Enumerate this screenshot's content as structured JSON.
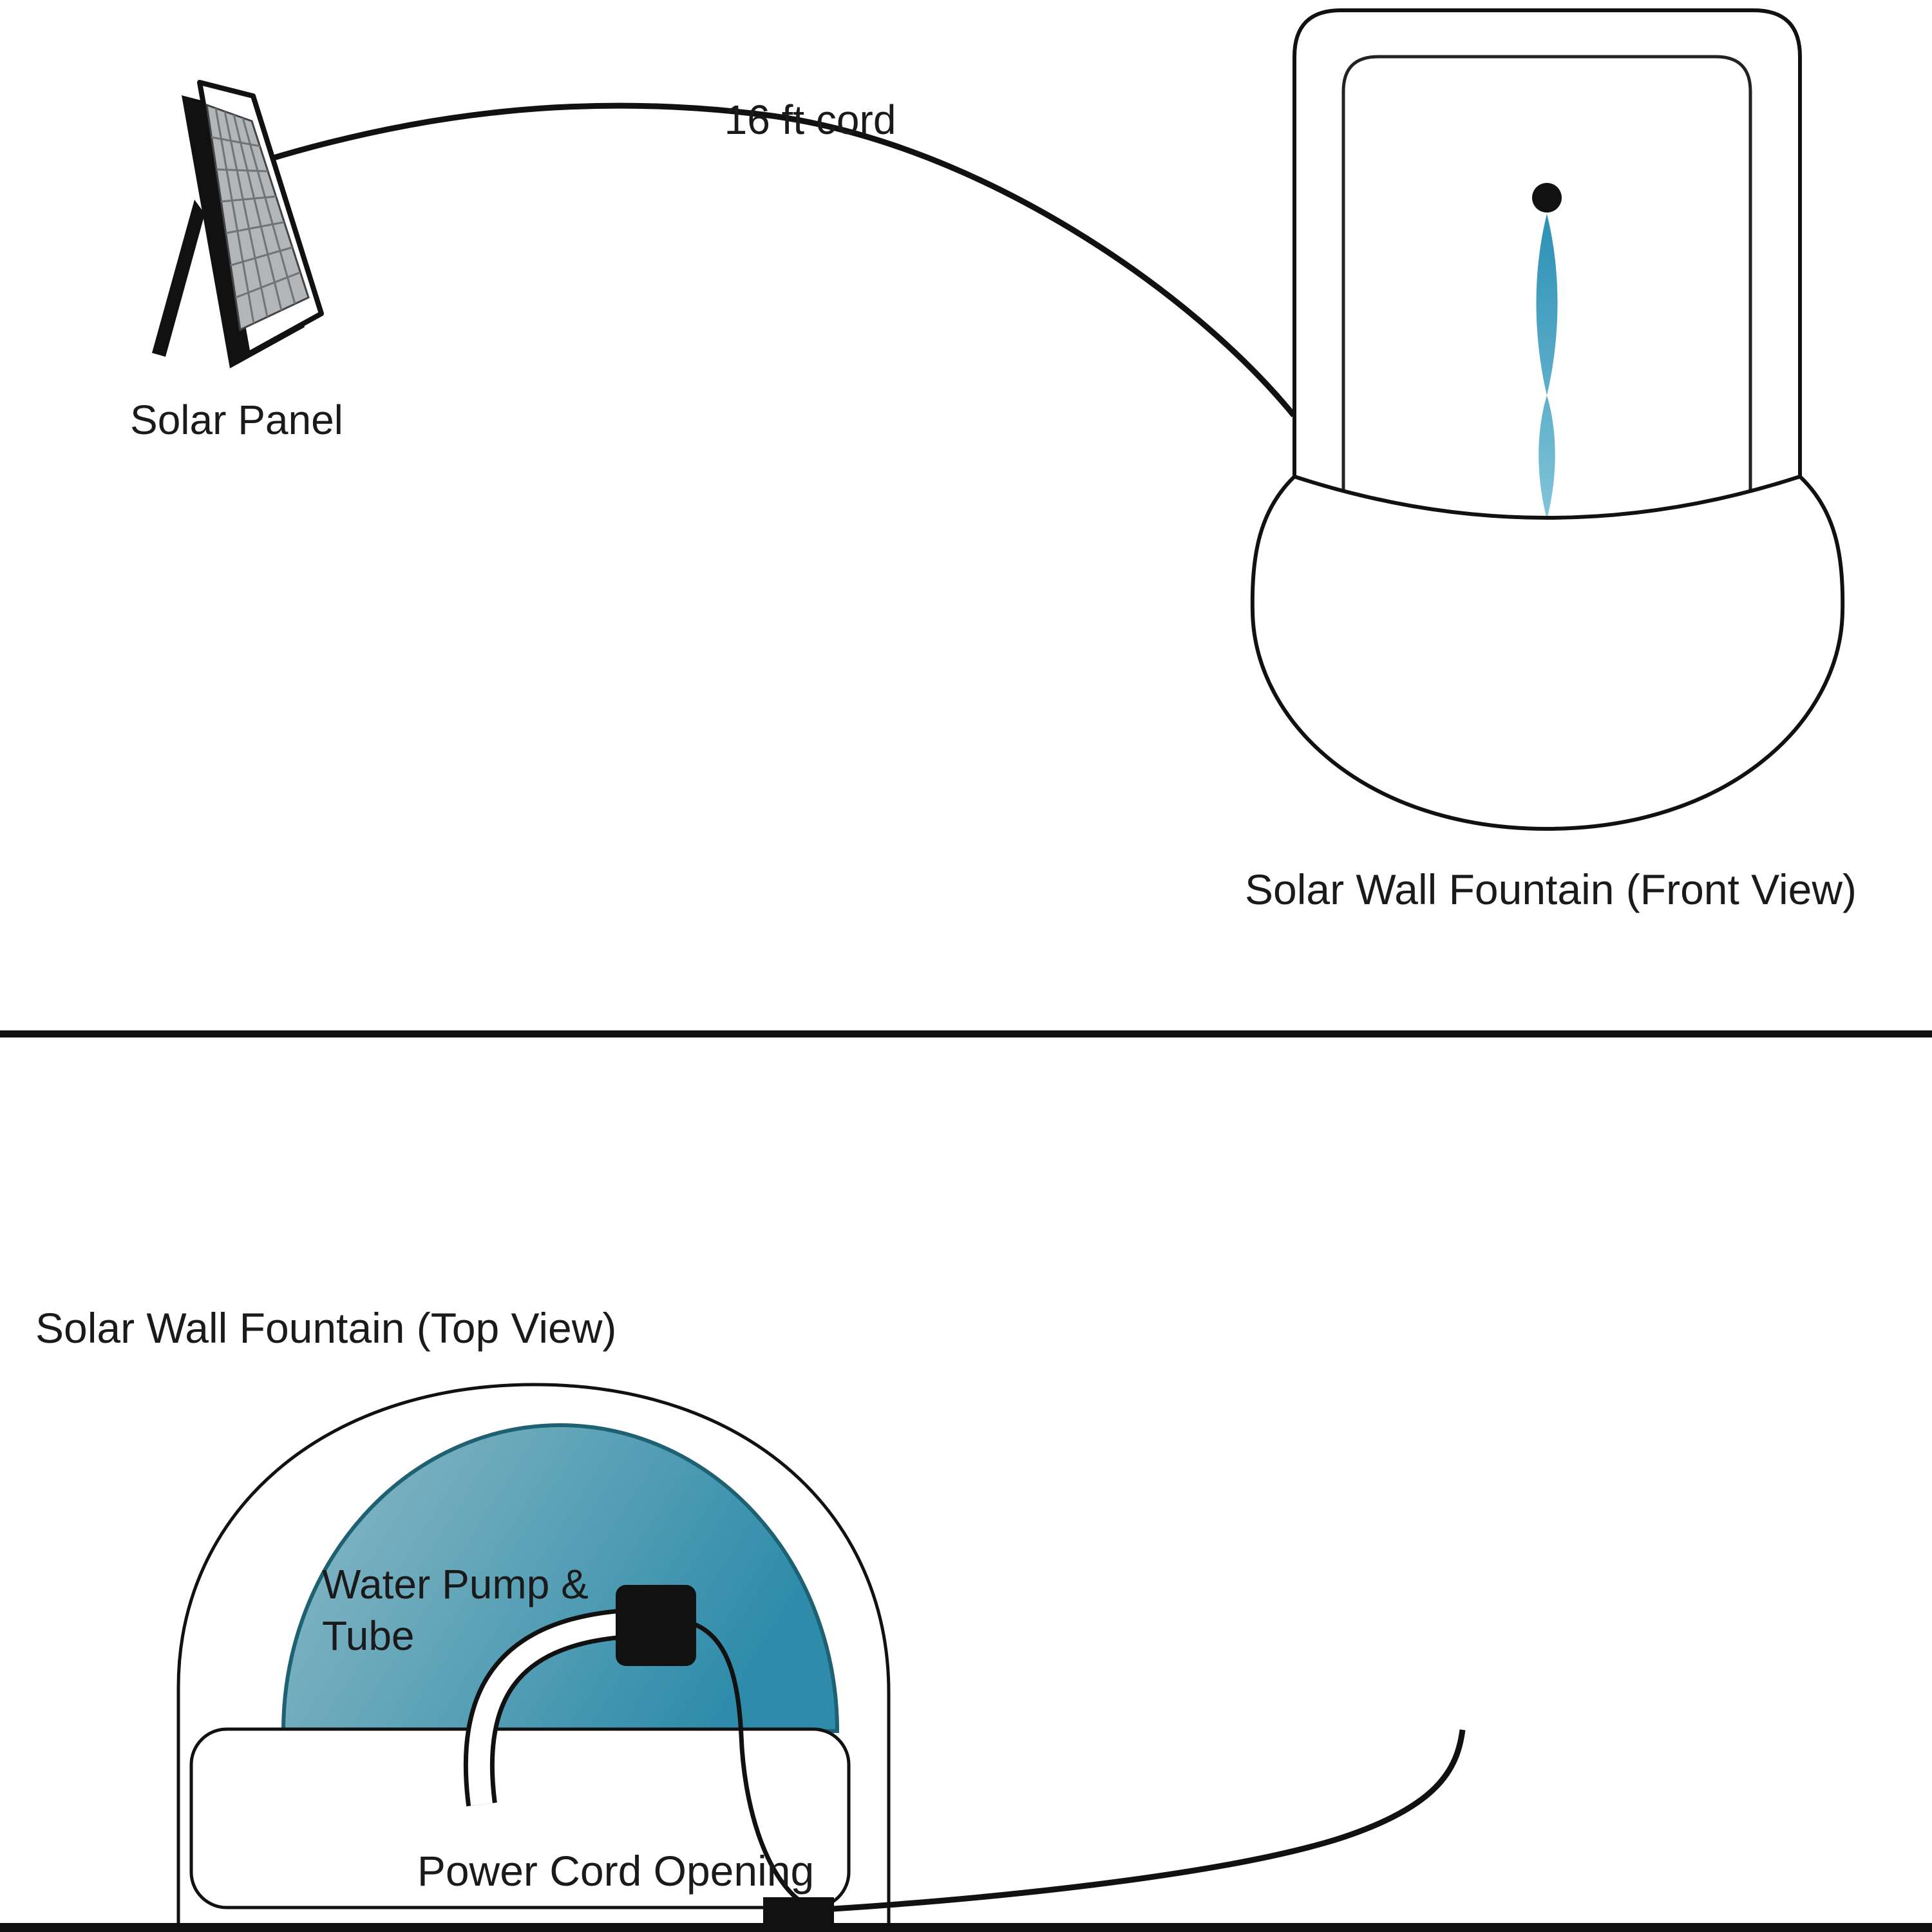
{
  "diagram": {
    "top_section": {
      "solar_panel_label": "Solar Panel",
      "cord_label": "16 ft cord",
      "front_view_label": "Solar Wall Fountain (Front View)"
    },
    "bottom_section": {
      "top_view_label": "Solar Wall Fountain (Top View)",
      "pump_label_line1": "Water Pump &",
      "pump_label_line2": "Tube",
      "opening_label": "Power Cord Opening"
    }
  },
  "colors": {
    "outline": "#111111",
    "text": "#1a1a1a",
    "background": "#ffffff",
    "water_stream_top": "#2c90b5",
    "water_stream_bottom": "#82c4d8",
    "dome_light": "#8fbac6",
    "dome_dark": "#2e8caa",
    "dome_edge": "#1d6173",
    "panel_cell": "#b2b6b8",
    "panel_grid_line": "#6f7476"
  }
}
